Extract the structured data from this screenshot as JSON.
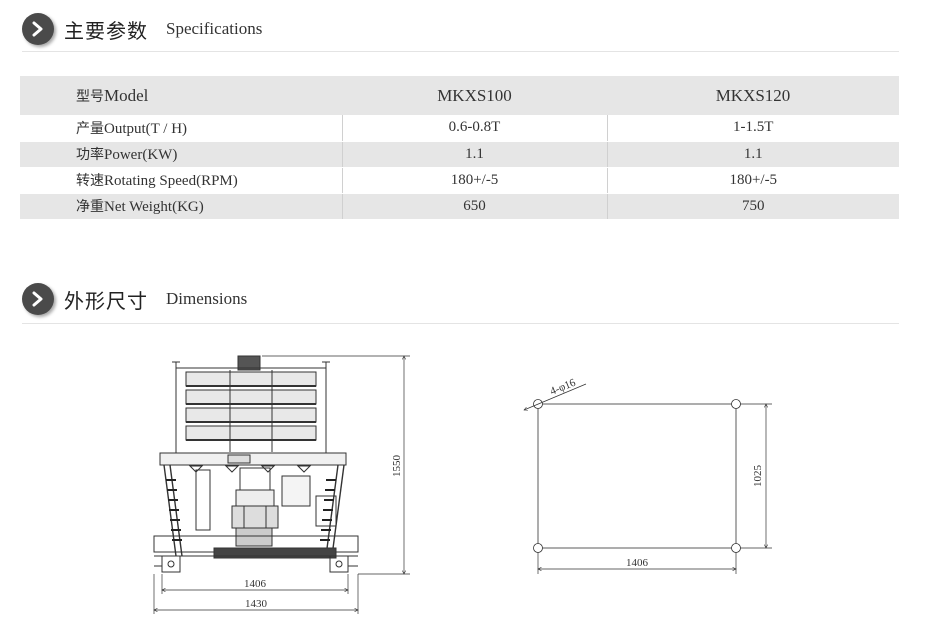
{
  "specs_section": {
    "title_zh": "主要参数",
    "title_en": "Specifications"
  },
  "dimensions_section": {
    "title_zh": "外形尺寸",
    "title_en": "Dimensions"
  },
  "spec_table": {
    "header": {
      "label_zh": "型号",
      "label_en": "Model",
      "col1": "MKXS100",
      "col2": "MKXS120"
    },
    "rows": [
      {
        "label_zh": "产量",
        "label_en": "Output(T / H)",
        "col1": "0.6-0.8T",
        "col2": "1-1.5T"
      },
      {
        "label_zh": "功率",
        "label_en": "Power(KW)",
        "col1": "1.1",
        "col2": "1.1"
      },
      {
        "label_zh": "转速",
        "label_en": "Rotating Speed(RPM)",
        "col1": "180+/-5",
        "col2": "180+/-5"
      },
      {
        "label_zh": "净重",
        "label_en": "Net Weight(KG)",
        "col1": "650",
        "col2": "750"
      }
    ]
  },
  "front_view": {
    "dim_height": "1550",
    "dim_inner_width": "1406",
    "dim_outer_width": "1430"
  },
  "base_plan": {
    "hole_label": "4-φ16",
    "dim_height": "1025",
    "dim_width": "1406"
  }
}
